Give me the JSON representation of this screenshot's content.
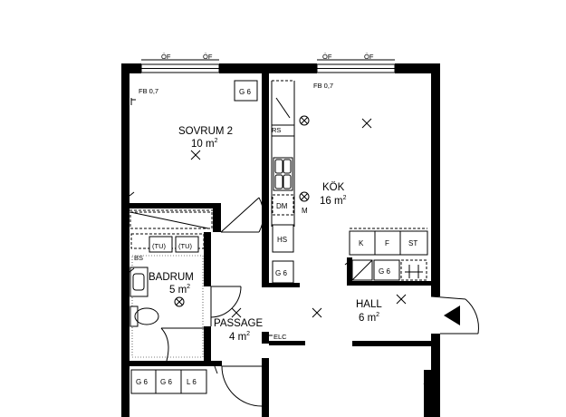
{
  "rooms": {
    "sovrum": {
      "name": "SOVRUM 2",
      "area_value": "10 m",
      "area_sup": "2"
    },
    "kok": {
      "name": "KÖK",
      "area_value": "16 m",
      "area_sup": "2"
    },
    "badrum": {
      "name": "BADRUM",
      "area_value": "5 m",
      "area_sup": "2"
    },
    "passage": {
      "name": "PASSAGE",
      "area_value": "4 m",
      "area_sup": "2"
    },
    "hall": {
      "name": "HALL",
      "area_value": "6 m",
      "area_sup": "2"
    }
  },
  "windows": {
    "label": "ÖF",
    "fb_left": "FB 0,7",
    "fb_right": "FB 0,7"
  },
  "fixtures": {
    "g6": "G 6",
    "l6": "L 6",
    "hs": "HS",
    "dm": "DM",
    "m": "M",
    "rs": "RS",
    "bs": "BS",
    "tu": "(TU)",
    "elc": "ELC",
    "k": "K",
    "f": "F",
    "st": "ST"
  }
}
